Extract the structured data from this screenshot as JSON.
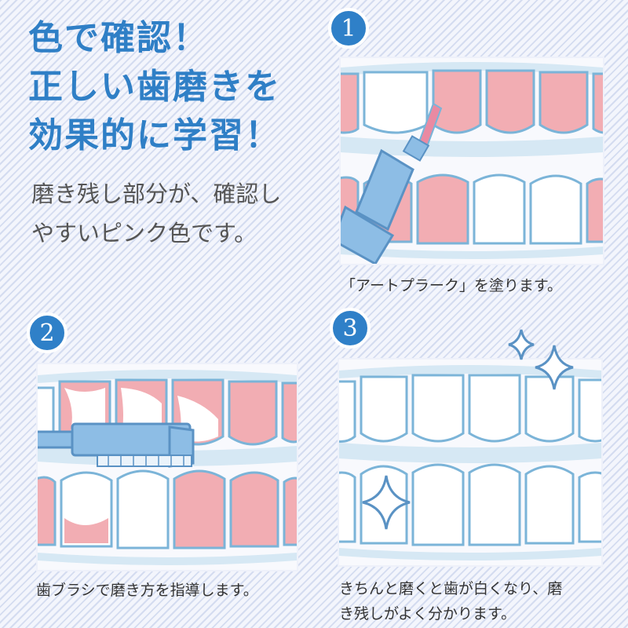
{
  "headline": {
    "line1": "色で確認！",
    "line2": "正しい歯磨きを",
    "line3": "効果的に学習！"
  },
  "subtext": {
    "line1": "磨き残し部分が、確認し",
    "line2": "やすいピンク色です。"
  },
  "steps": [
    {
      "number": "1",
      "caption": "「アートプラーク」を塗ります。"
    },
    {
      "number": "2",
      "caption": "歯ブラシで磨き方を指導します。"
    },
    {
      "number": "3",
      "caption_line1": "きちんと磨くと歯が白くなり、磨",
      "caption_line2": "き残しがよく分かります。"
    }
  ],
  "colors": {
    "accent_blue": "#2f80c8",
    "plaque_pink": "#f2adb3",
    "tooth_outline": "#7bb4d8",
    "gum_blue": "#d6e8f4"
  },
  "icons": {
    "step1": "plaque-applicator-icon",
    "step2": "toothbrush-icon",
    "step3": "sparkle-icon"
  }
}
